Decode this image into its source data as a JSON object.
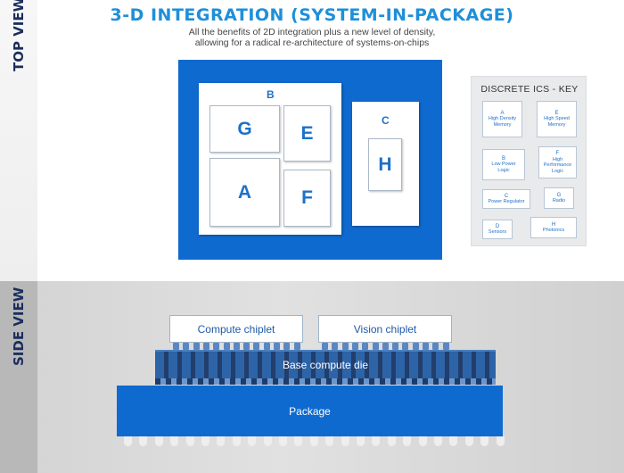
{
  "side_labels": {
    "top_view": "TOP VIEW",
    "side_view": "SIDE VIEW"
  },
  "header": {
    "title": "3-D INTEGRATION (SYSTEM-IN-PACKAGE)",
    "subtitle_line1": "All the benefits of 2D integration plus a new level of density,",
    "subtitle_line2": "allowing for a radical re-architecture of systems-on-chips"
  },
  "top_view": {
    "chip_b_label": "B",
    "chip_c_label": "C",
    "tiles": {
      "g": "G",
      "e": "E",
      "a": "A",
      "f": "F",
      "h": "H"
    }
  },
  "key": {
    "title": "DISCRETE ICS - KEY",
    "items": [
      {
        "letter": "A",
        "lines": [
          "High Density",
          "Memory"
        ]
      },
      {
        "letter": "E",
        "lines": [
          "High Speed",
          "Memory"
        ]
      },
      {
        "letter": "B",
        "lines": [
          "Low Power",
          "Logic"
        ]
      },
      {
        "letter": "F",
        "lines": [
          "High",
          "Performance",
          "Logic"
        ]
      },
      {
        "letter": "C",
        "lines": [
          "Power Regulator"
        ]
      },
      {
        "letter": "G",
        "lines": [
          "Radio"
        ]
      },
      {
        "letter": "D",
        "lines": [
          "Sensors"
        ]
      },
      {
        "letter": "H",
        "lines": [
          "Photonics"
        ]
      }
    ]
  },
  "side_view": {
    "compute_chiplet": "Compute chiplet",
    "vision_chiplet": "Vision chiplet",
    "base_die": "Base compute die",
    "package": "Package"
  },
  "colors": {
    "title_blue": "#1f8fd9",
    "package_blue": "#0f6ad0",
    "tile_text": "#1e70c8",
    "label_navy": "#1a2d5c"
  }
}
